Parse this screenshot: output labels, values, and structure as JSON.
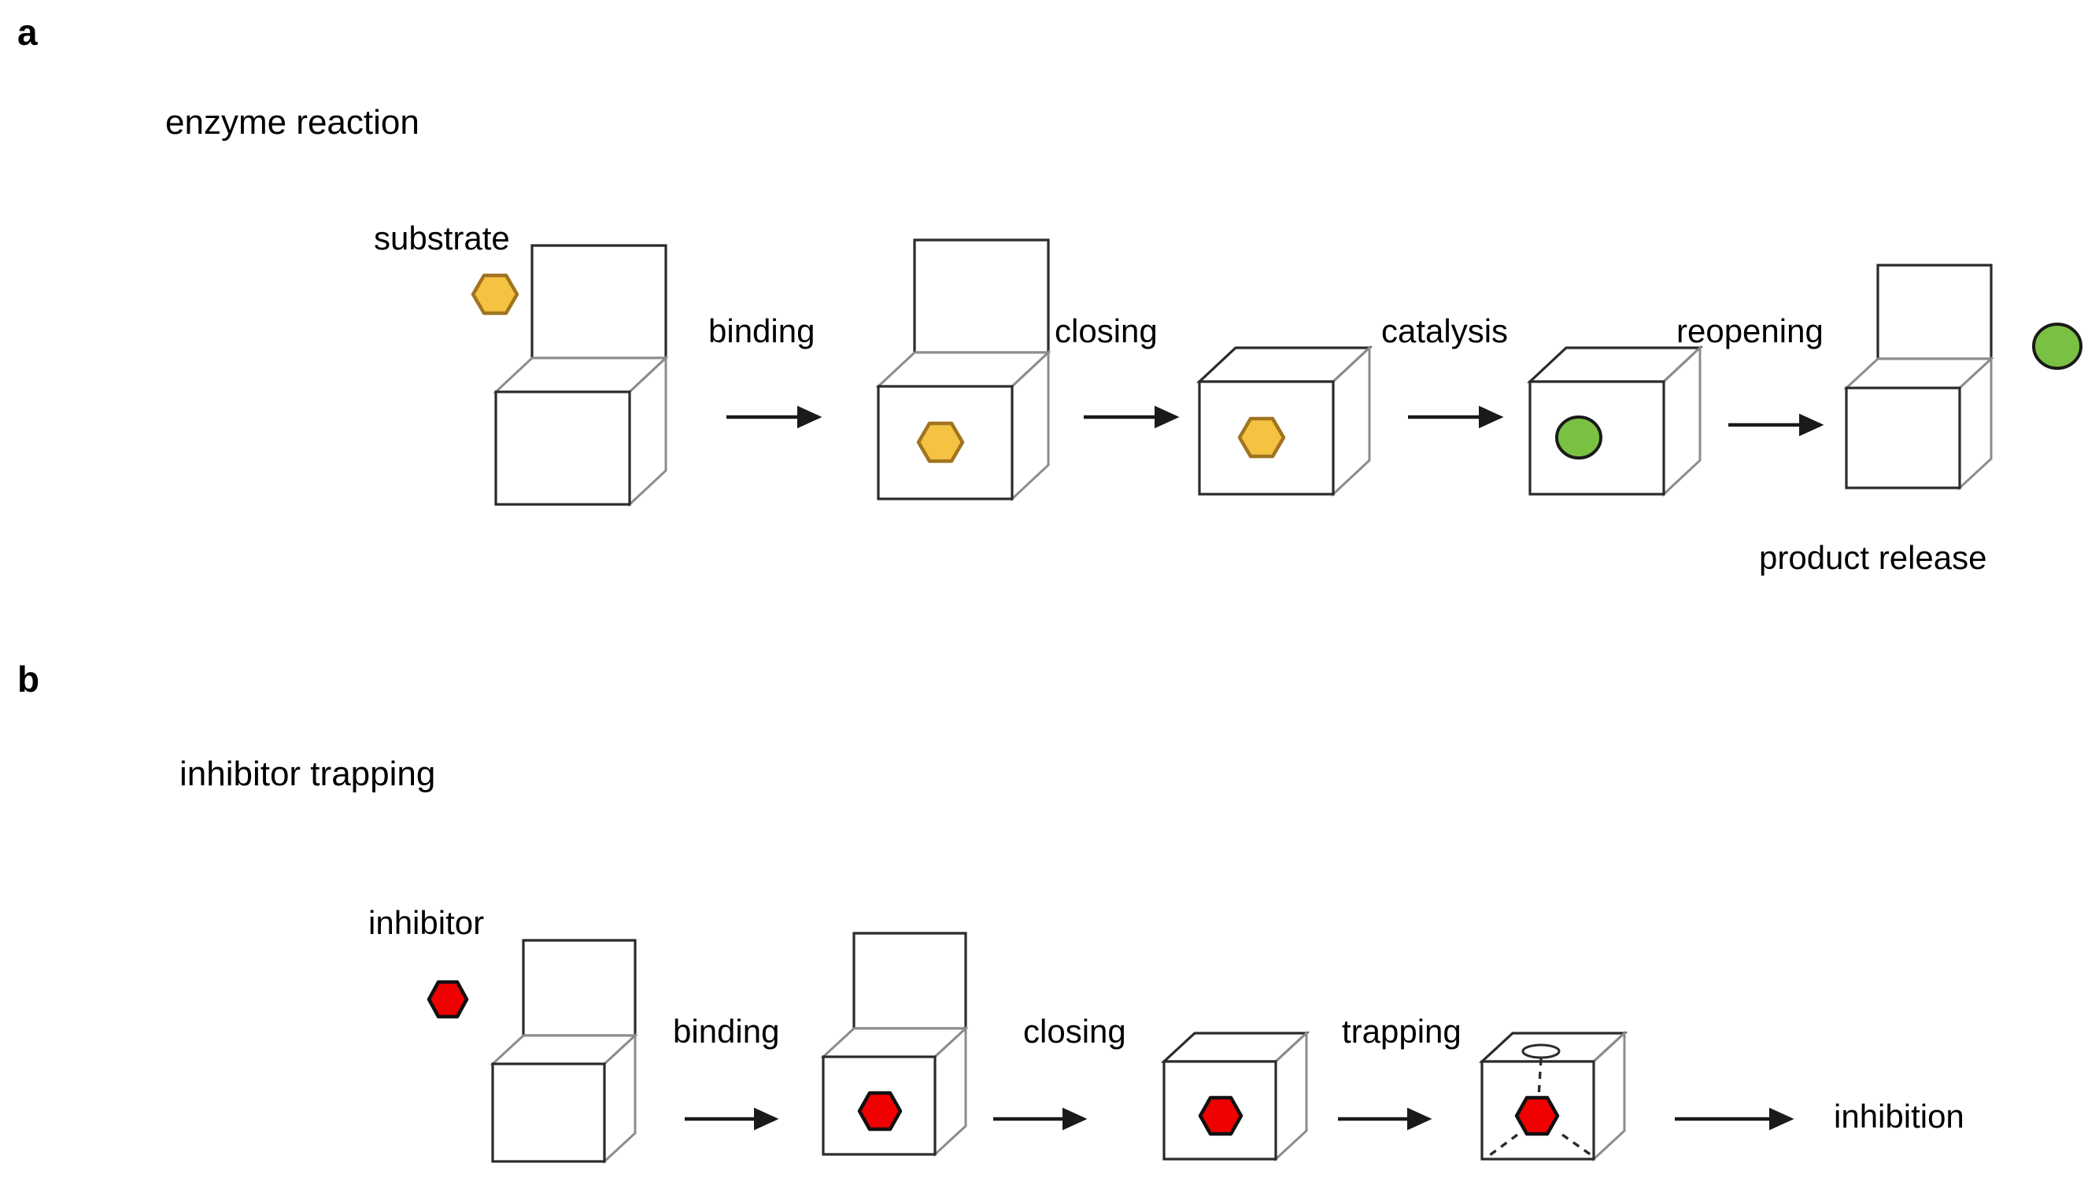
{
  "figure": {
    "panels": [
      {
        "id": "a",
        "label": "a",
        "title": "enzyme reaction",
        "ligand_caption": "substrate",
        "result_caption": "product release",
        "steps": [
          {
            "label": "binding"
          },
          {
            "label": "closing"
          },
          {
            "label": "catalysis"
          },
          {
            "label": "reopening"
          }
        ],
        "states": [
          {
            "name": "open-enzyme-empty",
            "box": "open",
            "ligand": "none"
          },
          {
            "name": "open-enzyme-substrate-bound",
            "box": "open",
            "ligand": "hexagon-orange"
          },
          {
            "name": "closed-enzyme-substrate",
            "box": "closed",
            "ligand": "hexagon-orange"
          },
          {
            "name": "closed-enzyme-product",
            "box": "closed",
            "ligand": "circle-green"
          },
          {
            "name": "reopened-enzyme-empty",
            "box": "open",
            "ligand": "none"
          }
        ],
        "free_ligand": "hexagon-orange",
        "free_product": "circle-green"
      },
      {
        "id": "b",
        "label": "b",
        "title": "inhibitor trapping",
        "ligand_caption": "inhibitor",
        "result_caption": "inhibition",
        "steps": [
          {
            "label": "binding"
          },
          {
            "label": "closing"
          },
          {
            "label": "trapping"
          }
        ],
        "states": [
          {
            "name": "open-enzyme-empty",
            "box": "open",
            "ligand": "none"
          },
          {
            "name": "open-enzyme-inhibitor-bound",
            "box": "open",
            "ligand": "hexagon-red"
          },
          {
            "name": "closed-enzyme-inhibitor",
            "box": "closed",
            "ligand": "hexagon-red"
          },
          {
            "name": "trapped-enzyme-inhibitor",
            "box": "closed-trapped",
            "ligand": "hexagon-red"
          }
        ],
        "free_ligand": "hexagon-red"
      }
    ],
    "colors": {
      "substrate_fill": "#F5C242",
      "substrate_stroke": "#A07420",
      "product_fill": "#7AC143",
      "product_stroke": "#1A1A1A",
      "inhibitor_fill": "#F00000",
      "inhibitor_stroke": "#111111",
      "box_stroke_dark": "#2B2B2B",
      "box_stroke_light": "#8C8C8C",
      "arrow": "#1A1A1A",
      "background": "#FFFFFF",
      "text": "#000000"
    }
  }
}
